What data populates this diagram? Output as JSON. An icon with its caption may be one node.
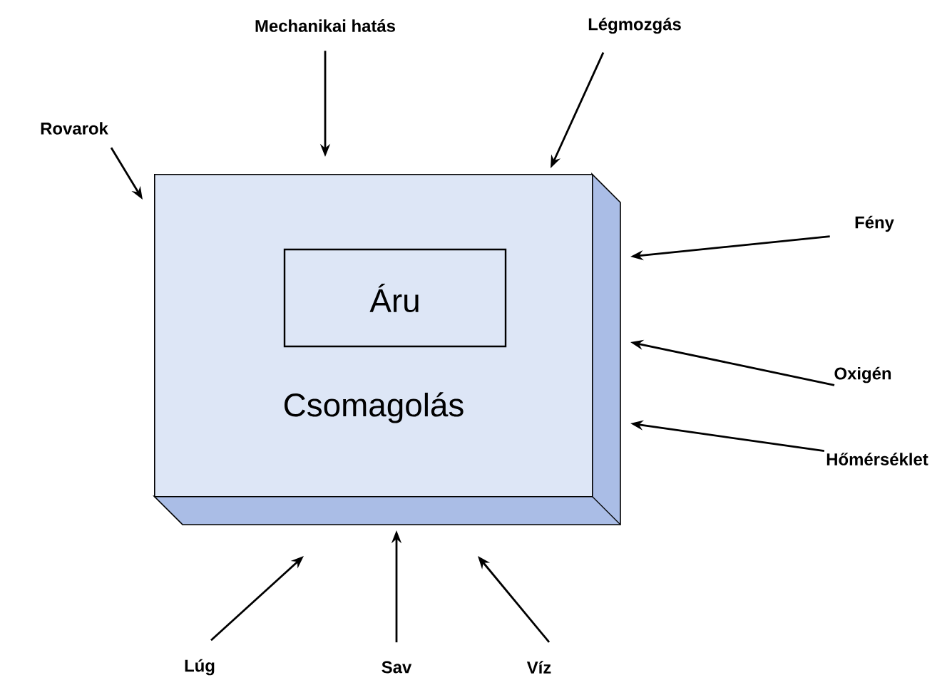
{
  "diagram": {
    "nodes": [
      {
        "text": [
          "Csomagolás"
        ]
      },
      {
        "text": [
          "Áru"
        ],
        "in": 0
      },
      {
        "text": [
          "Mechanikai hatás"
        ]
      },
      {
        "text": [
          "Légmozgás"
        ]
      },
      {
        "text": [
          "Rovarok"
        ]
      },
      {
        "text": [
          "Fény"
        ]
      },
      {
        "text": [
          "Oxigén"
        ]
      },
      {
        "text": [
          "Hőmérséklet"
        ]
      },
      {
        "text": [
          "Lúg"
        ]
      },
      {
        "text": [
          "Sav"
        ]
      },
      {
        "text": [
          "Víz"
        ]
      }
    ],
    "edges": [
      {
        "from": 2,
        "to": 0,
        "arrow": "to"
      },
      {
        "from": 3,
        "to": 0,
        "arrow": "to"
      },
      {
        "from": 4,
        "to": 0,
        "arrow": "to"
      },
      {
        "from": 5,
        "to": 0,
        "arrow": "to"
      },
      {
        "from": 6,
        "to": 0,
        "arrow": "to"
      },
      {
        "from": 7,
        "to": 0,
        "arrow": "to"
      },
      {
        "from": 8,
        "to": 0,
        "arrow": "to"
      },
      {
        "from": 9,
        "to": 0,
        "arrow": "to"
      },
      {
        "from": 10,
        "to": 0,
        "arrow": "to"
      }
    ]
  }
}
